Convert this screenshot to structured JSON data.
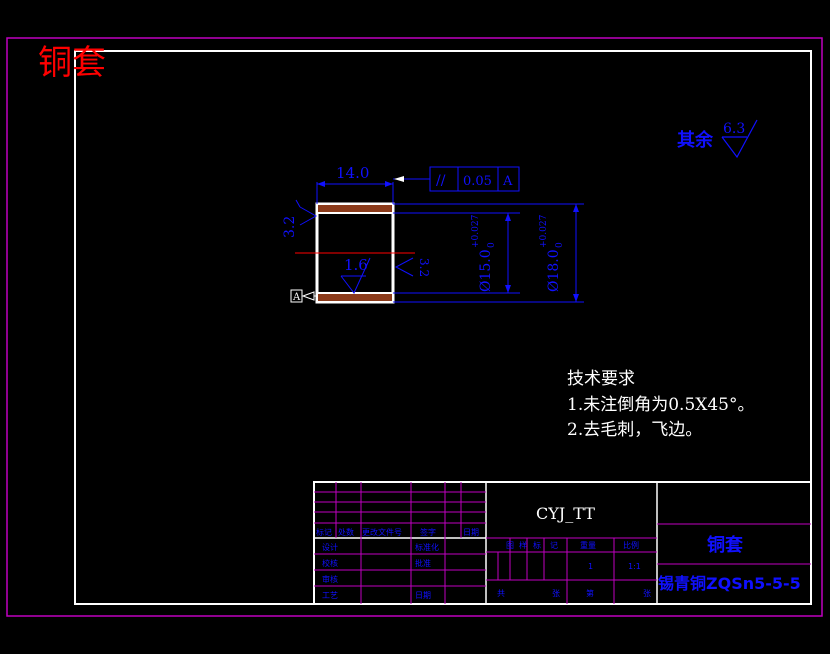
{
  "colors": {
    "background": "#000000",
    "frame_outer": "#c000c0",
    "frame_inner": "#ffffff",
    "dimension": "#0000ff",
    "title_red": "#ff0000",
    "centerline": "#ff0000",
    "text_white": "#ffffff",
    "table_grid": "#c000c0",
    "hatch": "#a0522d",
    "part_outline": "#ffffff"
  },
  "drawing": {
    "title": "铜套",
    "surface_rest_label": "其余",
    "surface_rest_value": "6.3",
    "dim_length": "14.0",
    "dim_inner_diameter": "Ø15.0",
    "dim_inner_tol_upper": "+0.027",
    "dim_inner_tol_lower": "0",
    "dim_outer_diameter": "Ø18.0",
    "dim_outer_tol_upper": "+0.027",
    "dim_outer_tol_lower": "0",
    "roughness_left": "3.2",
    "roughness_inner": "1.6",
    "roughness_right": "3.2",
    "tolerance_symbol": "//",
    "tolerance_value": "0.05",
    "tolerance_datum": "A",
    "datum_label": "A"
  },
  "notes": {
    "heading": "技术要求",
    "line1": "1.未注倒角为0.5X45°。",
    "line2": "2.去毛刺，飞边。"
  },
  "title_block": {
    "drawing_code": "CYJ_TT",
    "part_name": "铜套",
    "material": "锡青铜ZQSn5-5-5",
    "row_labels": [
      "标记",
      "处数",
      "更改文件号",
      "签字",
      "日期"
    ],
    "design": "设计",
    "standardize": "标准化",
    "check": "校核",
    "process_review": "审核",
    "craft": "工艺",
    "approve": "日期",
    "stage_headers": [
      "图",
      "样",
      "标",
      "记",
      "重量",
      "比例"
    ],
    "quantity": "1",
    "scale": "1:1",
    "sheet_total": "共",
    "sheet_label": "张",
    "sheet_no": "第",
    "sheet_label2": "张",
    "approved": "批准"
  }
}
